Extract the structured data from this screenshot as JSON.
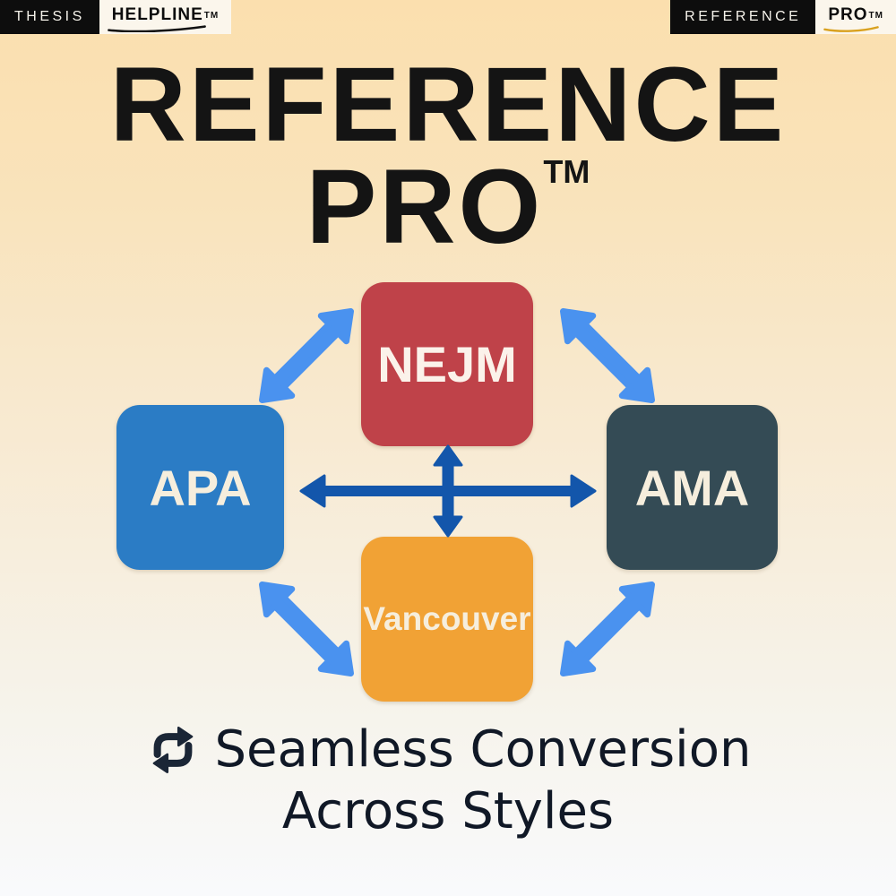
{
  "header": {
    "left": {
      "primary": "THESIS",
      "brand": "HELPLINE",
      "tm": "TM"
    },
    "right": {
      "primary": "REFERENCE",
      "brand": "PRO",
      "tm": "TM"
    }
  },
  "title": {
    "line1": "REFERENCE",
    "line2": "PRO",
    "tm": "TM"
  },
  "diagram": {
    "nodes": [
      {
        "id": "nejm",
        "label": "NEJM",
        "color": "#bf4249"
      },
      {
        "id": "apa",
        "label": "APA",
        "color": "#2b7cc5"
      },
      {
        "id": "ama",
        "label": "AMA",
        "color": "#344b55"
      },
      {
        "id": "vancouver",
        "label": "Vancouver",
        "color": "#f1a235"
      }
    ],
    "cross_arrow_color": "#1356ab",
    "diagonal_arrow_color": "#4a92ef"
  },
  "tagline": {
    "icon": "repeat-icon",
    "line1": "Seamless Conversion",
    "line2": "Across Styles"
  },
  "colors": {
    "background_top": "#fbdfae",
    "background_bottom": "#f9fafc",
    "title_text": "#141414",
    "tagline_text": "#101826",
    "logo_black": "#0d0d0d",
    "logo_white": "#fbf6ec",
    "helpline_underline": "#111111",
    "pro_underline_gold": "#d9a11e",
    "node_label_cream": "#f6eedd"
  }
}
